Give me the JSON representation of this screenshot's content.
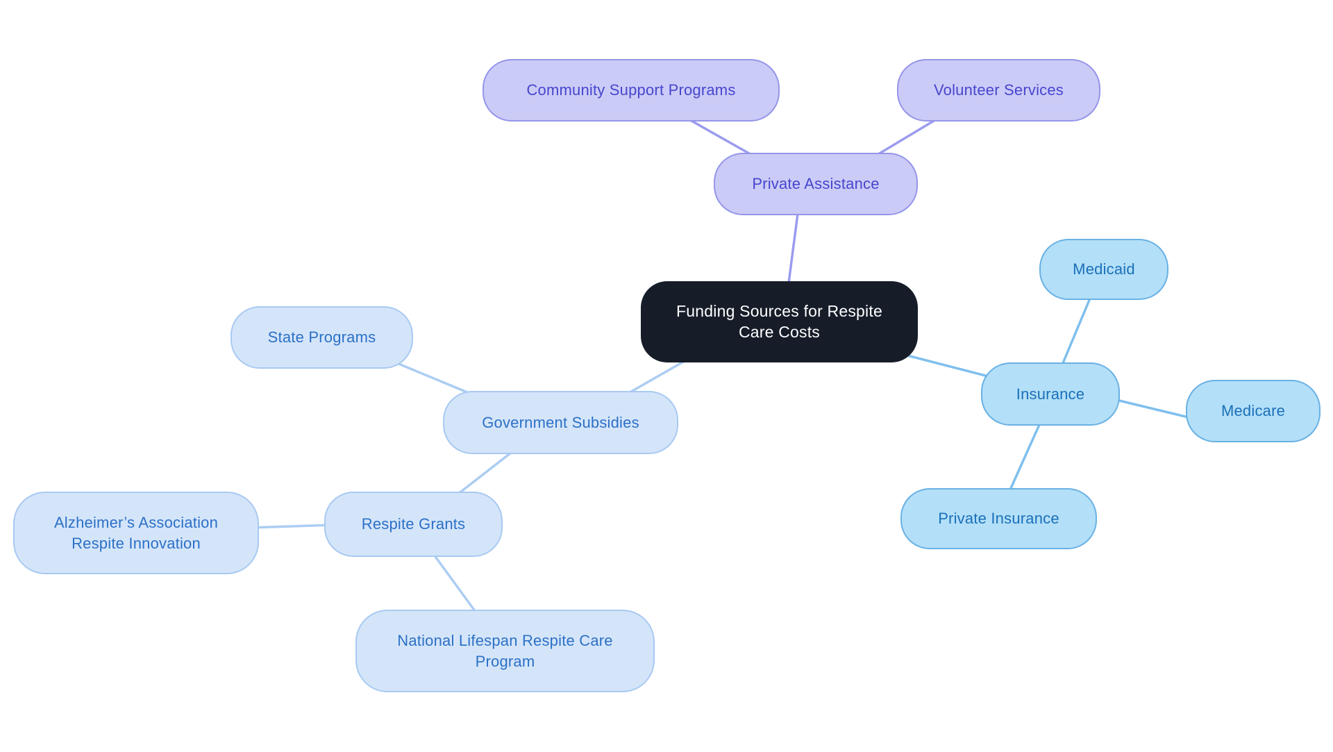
{
  "diagram": {
    "type": "mindmap",
    "title": "Funding Sources for Respite Care Costs"
  },
  "palette": {
    "background": "#ffffff",
    "central": {
      "fill": "#161d29",
      "text": "#ffffff"
    },
    "purple": {
      "fill": "#cbcbf7",
      "border": "#9595ea",
      "text": "#4646cf",
      "line": "#9b9bef"
    },
    "sky": {
      "fill": "#b3dff8",
      "border": "#69b1e4",
      "text": "#1a70b8",
      "line": "#7fbfee"
    },
    "pale": {
      "fill": "#d4e5fa",
      "border": "#a8c9f2",
      "text": "#2c70c6",
      "line": "#accdf3"
    }
  },
  "nodes": {
    "central": {
      "label": "Funding Sources for Respite Care Costs",
      "branch": "central"
    },
    "private_assistance": {
      "label": "Private Assistance",
      "branch": "purple"
    },
    "community_support": {
      "label": "Community Support Programs",
      "branch": "purple"
    },
    "volunteer_services": {
      "label": "Volunteer Services",
      "branch": "purple"
    },
    "insurance": {
      "label": "Insurance",
      "branch": "sky"
    },
    "medicaid": {
      "label": "Medicaid",
      "branch": "sky"
    },
    "medicare": {
      "label": "Medicare",
      "branch": "sky"
    },
    "private_insurance": {
      "label": "Private Insurance",
      "branch": "sky"
    },
    "government_subsidies": {
      "label": "Government Subsidies",
      "branch": "pale"
    },
    "state_programs": {
      "label": "State Programs",
      "branch": "pale"
    },
    "respite_grants": {
      "label": "Respite Grants",
      "branch": "pale"
    },
    "alzheimers_association": {
      "label": "Alzheimer’s Association Respite Innovation",
      "branch": "pale"
    },
    "national_lifespan": {
      "label": "National Lifespan Respite Care Program",
      "branch": "pale"
    }
  },
  "edges": [
    {
      "from": "central",
      "to": "private_assistance",
      "branch": "purple"
    },
    {
      "from": "private_assistance",
      "to": "community_support",
      "branch": "purple"
    },
    {
      "from": "private_assistance",
      "to": "volunteer_services",
      "branch": "purple"
    },
    {
      "from": "central",
      "to": "government_subsidies",
      "branch": "pale"
    },
    {
      "from": "government_subsidies",
      "to": "state_programs",
      "branch": "pale"
    },
    {
      "from": "government_subsidies",
      "to": "respite_grants",
      "branch": "pale"
    },
    {
      "from": "respite_grants",
      "to": "alzheimers_association",
      "branch": "pale"
    },
    {
      "from": "respite_grants",
      "to": "national_lifespan",
      "branch": "pale"
    },
    {
      "from": "central",
      "to": "insurance",
      "branch": "sky"
    },
    {
      "from": "insurance",
      "to": "medicaid",
      "branch": "sky"
    },
    {
      "from": "insurance",
      "to": "medicare",
      "branch": "sky"
    },
    {
      "from": "insurance",
      "to": "private_insurance",
      "branch": "sky"
    }
  ]
}
